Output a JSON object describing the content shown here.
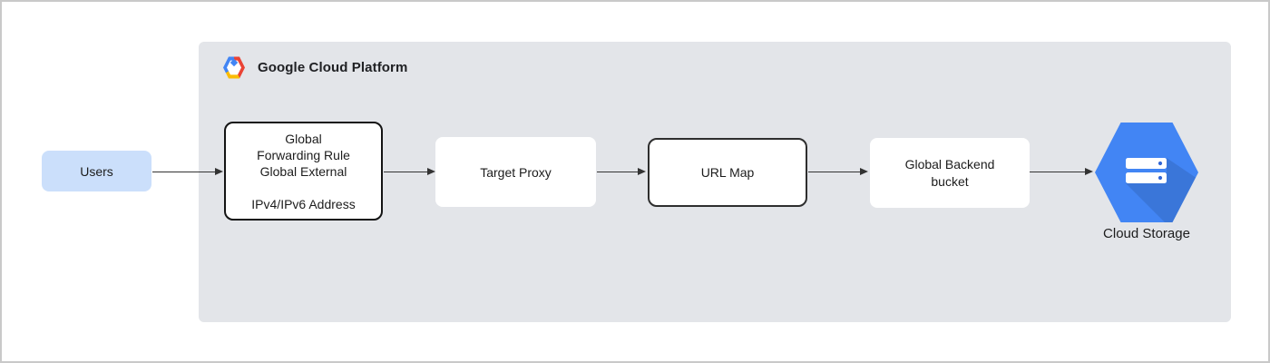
{
  "header": {
    "platform_label": "Google Cloud Platform"
  },
  "nodes": {
    "users": {
      "label": "Users"
    },
    "forwarding_rule": {
      "label": "Global\nForwarding Rule\nGlobal External\n\nIPv4/IPv6 Address"
    },
    "target_proxy": {
      "label": "Target Proxy"
    },
    "url_map": {
      "label": "URL Map"
    },
    "backend_bucket": {
      "label": "Global Backend\nbucket"
    },
    "cloud_storage": {
      "label": "Cloud Storage"
    }
  },
  "icons": {
    "gcp_logo": "gcp-hexagon-logo",
    "cloud_storage": "cloud-storage-hexagon"
  },
  "colors": {
    "frame_border": "#c9c9c9",
    "panel_bg": "#e3e5e9",
    "node_fill": "#ffffff",
    "users_fill": "#cbdffb",
    "border_dark": "#141414",
    "border_mid": "#2e2e2e",
    "arrow": "#333333",
    "storage_blue": "#4285f4",
    "storage_dot": "#3367d6",
    "logo_blue": "#4285f4",
    "logo_red": "#ea4335",
    "logo_yellow": "#fbbc05"
  }
}
